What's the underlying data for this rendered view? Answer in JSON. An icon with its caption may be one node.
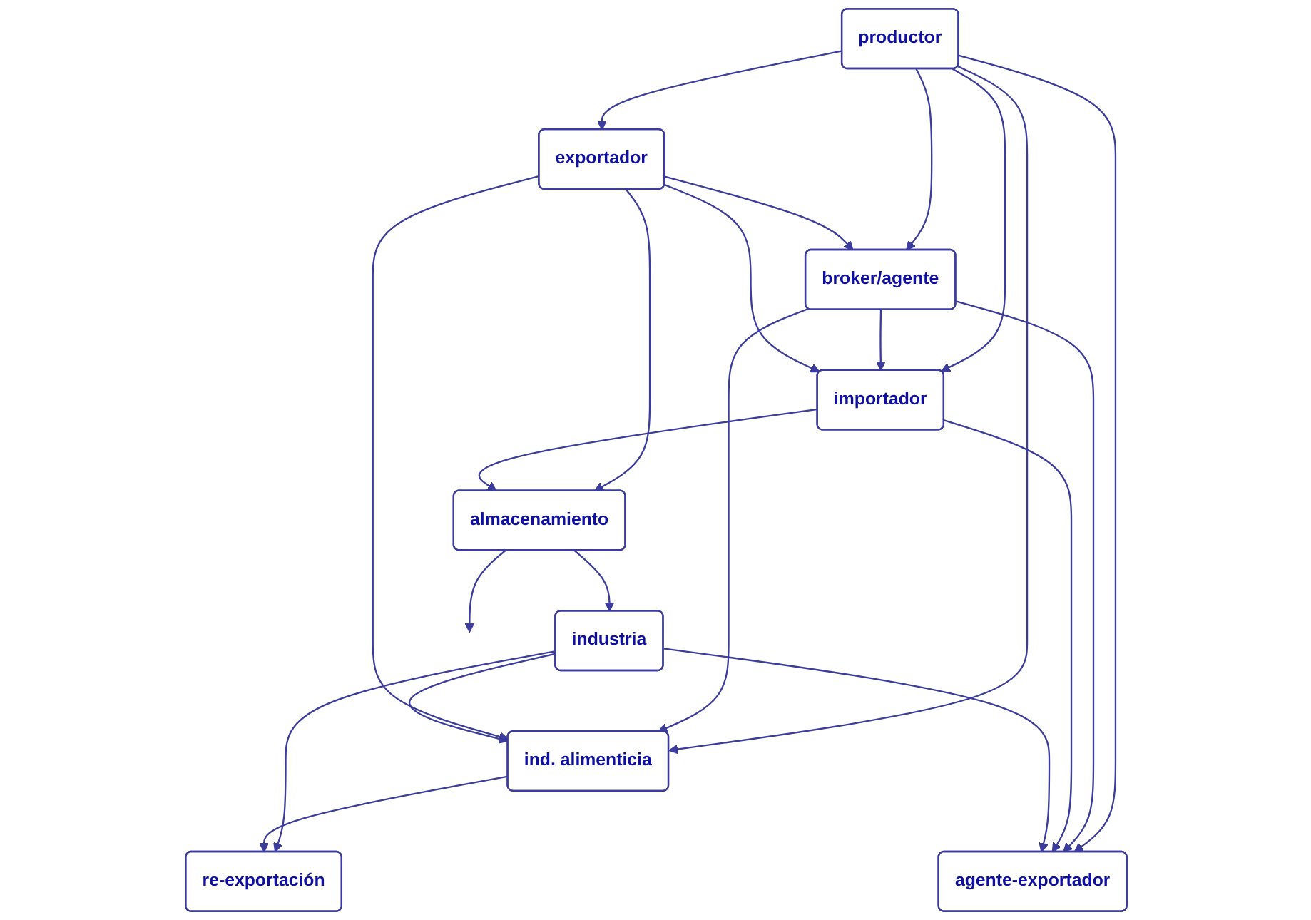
{
  "diagram": {
    "nodes": [
      {
        "text": [
          "productor"
        ]
      },
      {
        "text": [
          "importador"
        ]
      },
      {
        "text": [
          "broker/agente"
        ]
      },
      {
        "text": [
          "almacenamiento"
        ]
      },
      {
        "text": [
          "industria"
        ]
      },
      {
        "text": [
          "exportador"
        ]
      },
      {
        "text": [
          "ind.  alimenticia"
        ]
      },
      {
        "text": [
          "re-exportación"
        ]
      },
      {
        "text": [
          "agente-exportador"
        ]
      }
    ],
    "edges": [
      {
        "from": 0,
        "to": 1,
        "arrow": "to"
      },
      {
        "from": 0,
        "to": 2,
        "arrow": "to"
      },
      {
        "from": 0,
        "to": 5,
        "arrow": "to"
      },
      {
        "from": 0,
        "to": 6,
        "arrow": "to"
      },
      {
        "from": 0,
        "to": 8,
        "arrow": "to"
      },
      {
        "from": 2,
        "to": 1,
        "arrow": "to"
      },
      {
        "from": 2,
        "to": 6,
        "arrow": "to"
      },
      {
        "from": 2,
        "to": 8,
        "arrow": "to"
      },
      {
        "from": 5,
        "to": 2,
        "arrow": "to"
      },
      {
        "from": 5,
        "to": 1,
        "arrow": "to"
      },
      {
        "from": 5,
        "to": 3,
        "arrow": "to"
      },
      {
        "from": 5,
        "to": 6,
        "arrow": "to"
      },
      {
        "from": 1,
        "to": 3,
        "arrow": "to"
      },
      {
        "from": 1,
        "to": 8,
        "arrow": "to"
      },
      {
        "from": 3,
        "to": null,
        "arrow": "to"
      },
      {
        "from": 3,
        "to": 4,
        "arrow": "to"
      },
      {
        "from": 4,
        "to": 6,
        "arrow": "to"
      },
      {
        "from": 4,
        "to": 7,
        "arrow": "to"
      },
      {
        "from": 4,
        "to": 8,
        "arrow": "to"
      },
      {
        "from": 6,
        "to": 7,
        "arrow": "to"
      }
    ]
  }
}
